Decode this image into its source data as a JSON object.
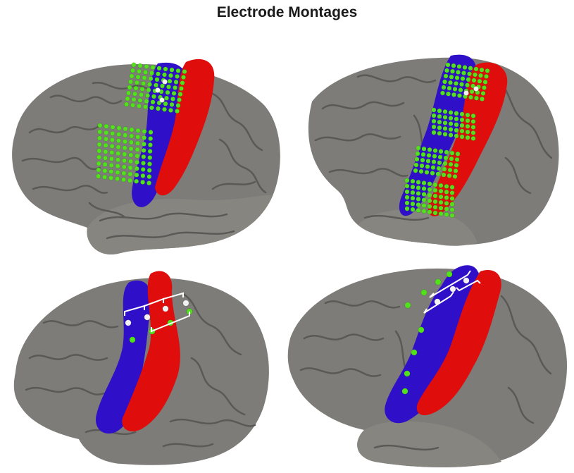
{
  "figure": {
    "title": "Electrode Montages",
    "colors": {
      "background": "#ffffff",
      "cortex": "#7d7c79",
      "cortex_dark": "#5e5d5a",
      "cortex_light": "#a09f9b",
      "precentral_gyrus": "#e00d0d",
      "postcentral_gyrus": "#2f10c8",
      "grid_electrode": "#52e21c",
      "white_contact": "#f2f2f2",
      "bracket": "#ffffff"
    },
    "panels": [
      {
        "montage": "high-density grids",
        "hemisphere": "left",
        "view": "lateral"
      },
      {
        "montage": "high-density grids",
        "hemisphere": "right",
        "view": "lateral"
      },
      {
        "montage": "sparse strip with bipolar pairs",
        "hemisphere": "left",
        "view": "lateral"
      },
      {
        "montage": "sparse strip with bipolar pairs",
        "hemisphere": "right",
        "view": "lateral"
      }
    ]
  }
}
